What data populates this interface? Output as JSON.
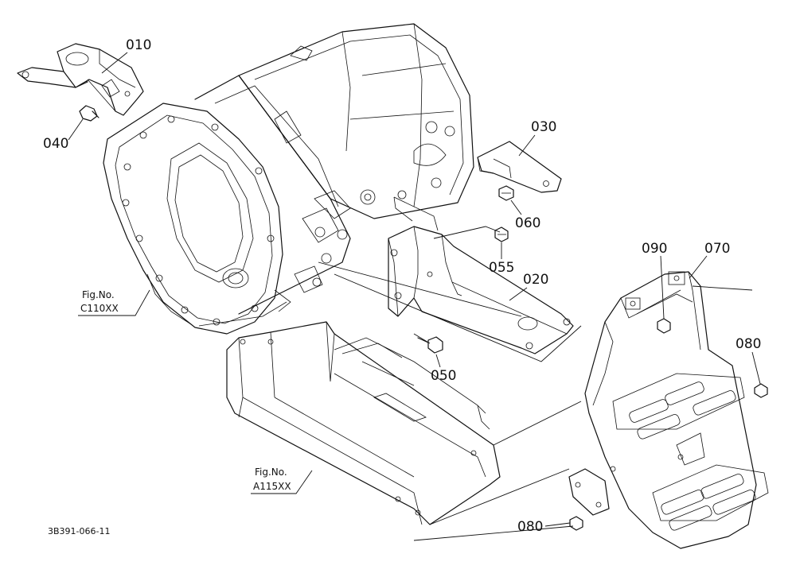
{
  "colors": {
    "line": "#111111",
    "background": "#ffffff"
  },
  "callouts": [
    {
      "id": "p010",
      "text": "010"
    },
    {
      "id": "p020",
      "text": "020"
    },
    {
      "id": "p030",
      "text": "030"
    },
    {
      "id": "p040",
      "text": "040"
    },
    {
      "id": "p050",
      "text": "050"
    },
    {
      "id": "p055",
      "text": "055"
    },
    {
      "id": "p060",
      "text": "060"
    },
    {
      "id": "p070",
      "text": "070"
    },
    {
      "id": "p080a",
      "text": "080"
    },
    {
      "id": "p080b",
      "text": "080"
    },
    {
      "id": "p090",
      "text": "090"
    }
  ],
  "figure_refs": [
    {
      "id": "fig_c",
      "line1": "Fig.No.",
      "line2": "C110XX"
    },
    {
      "id": "fig_a",
      "line1": "Fig.No.",
      "line2": "A115XX"
    }
  ],
  "drawing_code": "3B391-066-11"
}
